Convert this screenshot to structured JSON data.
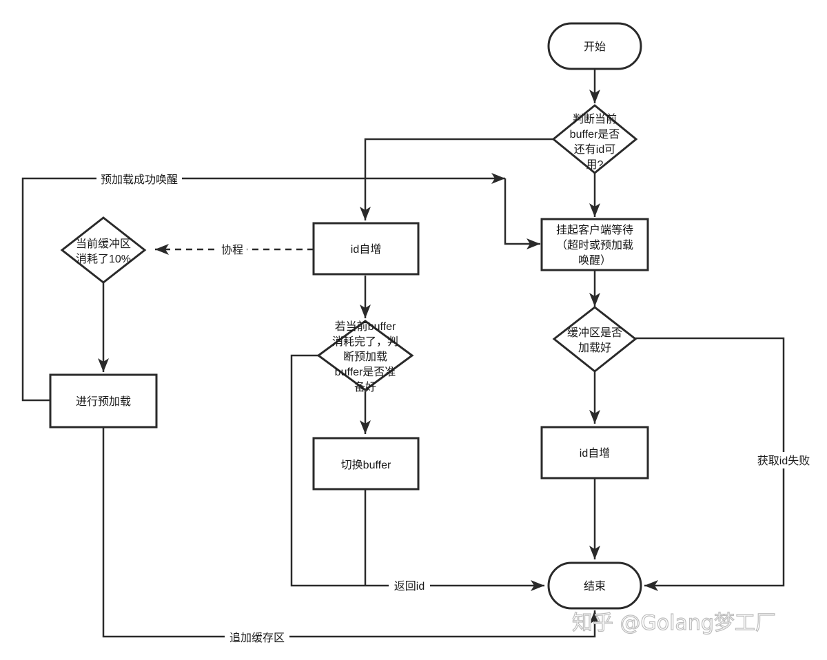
{
  "nodes": {
    "start": "开始",
    "check_buffer": [
      "判断当前",
      "buffer是否",
      "还有id可",
      "用?"
    ],
    "suspend": [
      "挂起客户端等待",
      "（超时或预加载",
      "唤醒）"
    ],
    "buffer_loaded": [
      "缓冲区是否",
      "加载好"
    ],
    "inc_right": "id自增",
    "end": "结束",
    "inc_middle": "id自增",
    "check_preload": [
      "若当前buffer",
      "消耗完了，判",
      "断预加载",
      "buffer是否准",
      "备好"
    ],
    "switch_buffer": "切换buffer",
    "check_consumed": [
      "当前缓冲区",
      "消耗了10%"
    ],
    "do_preload": "进行预加载"
  },
  "edges": {
    "preload_wake": "预加载成功唤醒",
    "coroutine": "协程",
    "return_id": "返回id",
    "get_id_fail": "获取id失败",
    "append_buffer": "追加缓存区"
  },
  "watermark": "知乎 @Golang梦工厂"
}
